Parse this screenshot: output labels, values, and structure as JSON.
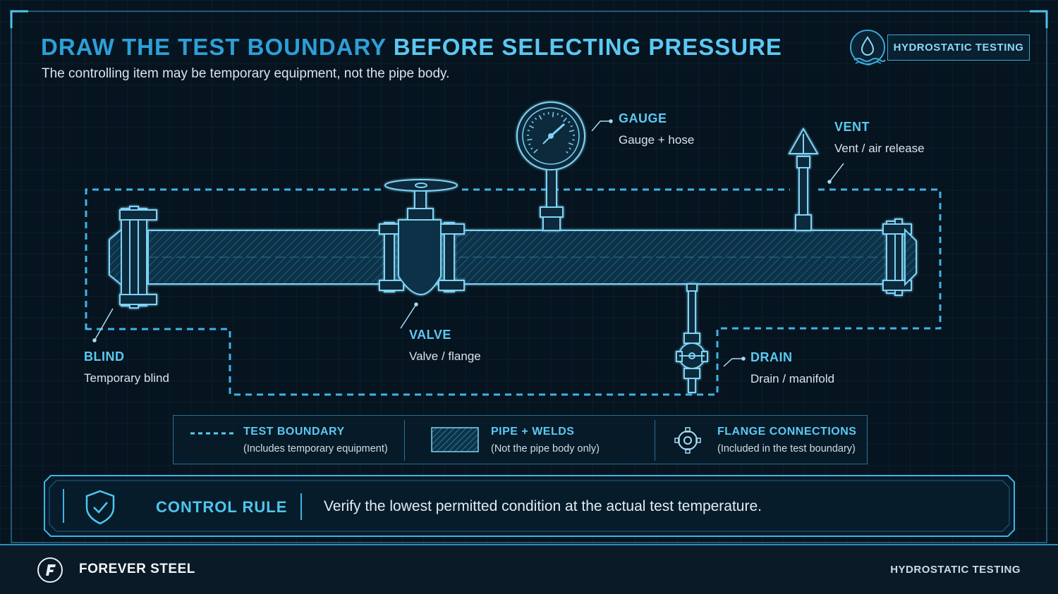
{
  "header": {
    "title_part1": "DRAW THE TEST BOUNDARY",
    "title_part2": "BEFORE SELECTING PRESSURE",
    "subtitle": "The controlling item may be temporary equipment, not the pipe body.",
    "badge": "HYDROSTATIC TESTING",
    "badge_icon": "water-drop-icon"
  },
  "callouts": {
    "gauge": {
      "title": "GAUGE",
      "sub": "Gauge + hose"
    },
    "vent": {
      "title": "VENT",
      "sub": "Vent / air release"
    },
    "blind": {
      "title": "BLIND",
      "sub": "Temporary blind"
    },
    "valve": {
      "title": "VALVE",
      "sub": "Valve / flange"
    },
    "drain": {
      "title": "DRAIN",
      "sub": "Drain / manifold"
    }
  },
  "legend": {
    "items": [
      {
        "title": "TEST BOUNDARY",
        "sub": "(Includes temporary equipment)",
        "icon": "dashed-line-icon"
      },
      {
        "title": "PIPE + WELDS",
        "sub": "(Not the pipe body only)",
        "icon": "hatched-rect-icon"
      },
      {
        "title": "FLANGE CONNECTIONS",
        "sub": "(Included in the test boundary)",
        "icon": "flange-icon"
      }
    ]
  },
  "control_rule": {
    "title": "CONTROL RULE",
    "text": "Verify the lowest permitted condition at the actual test temperature.",
    "icon": "shield-check-icon"
  },
  "footer": {
    "brand": "FOREVER STEEL",
    "right": "HYDROSTATIC TESTING",
    "logo_icon": "forever-steel-logo-icon"
  },
  "colors": {
    "background": "#06141f",
    "accent": "#2e9fd8",
    "accent_light": "#5cc8f2",
    "line": "#7fd3f5"
  }
}
